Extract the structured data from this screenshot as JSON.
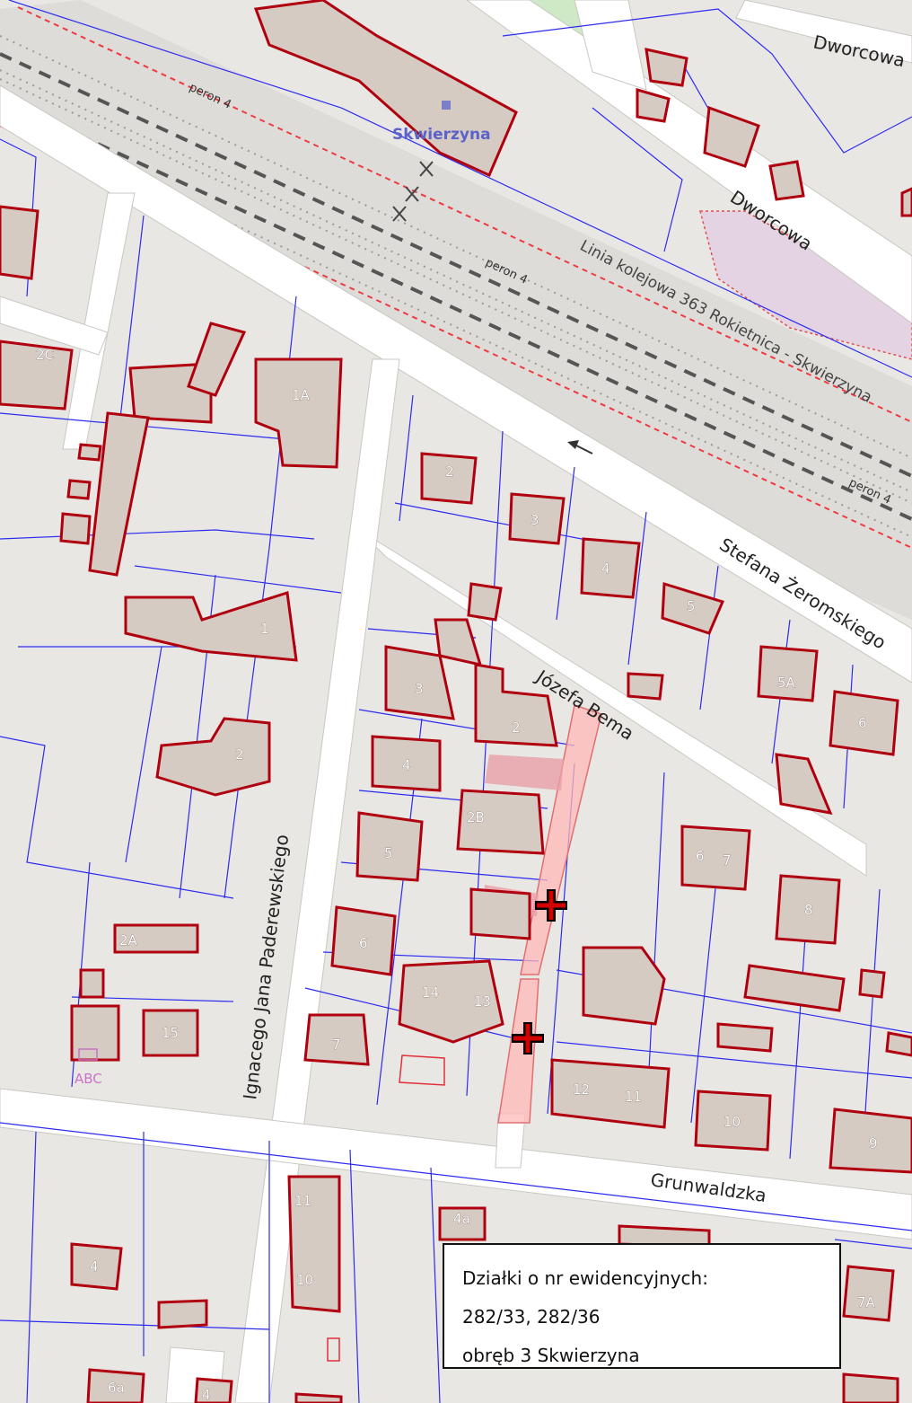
{
  "map": {
    "streets": {
      "dworcowa_top": "Dworcowa",
      "dworcowa": "Dworcowa",
      "zeromskiego": "Stefana Żeromskiego",
      "bema": "Józefa Bema",
      "paderewskiego": "Ignacego Jana Paderewskiego",
      "grunwaldzka": "Grunwaldzka"
    },
    "railway": {
      "line_label": "Linia kolejowa 363 Rokietnica - Skwierzyna",
      "platform_1": "peron 4",
      "platform_2": "peron 4",
      "platform_3": "peron 4"
    },
    "station": "Skwierzyna",
    "marker_text": "ABC",
    "house_numbers": [
      "1A",
      "2C",
      "2",
      "3",
      "4",
      "5",
      "5A",
      "6",
      "1",
      "2",
      "3",
      "2",
      "4",
      "2B",
      "5",
      "6",
      "7",
      "8",
      "6",
      "2A",
      "14",
      "13",
      "15",
      "7",
      "12",
      "11",
      "10",
      "9",
      "11",
      "10",
      "4",
      "4a",
      "7A",
      "6a",
      "4"
    ],
    "markers": [
      {
        "name": "parcel-282-33",
        "symbol": "+"
      },
      {
        "name": "parcel-282-36",
        "symbol": "+"
      }
    ],
    "colors": {
      "building_fill": "#d6cbc3",
      "building_stroke": "#b0000f",
      "parcel_line": "#2c2cf0",
      "highlight": "#ffb8b8",
      "marker": "#d40000"
    }
  },
  "info_box": {
    "line1": "Działki o nr ewidencyjnych:",
    "line2": "282/33, 282/36",
    "line3": "obręb 3 Skwierzyna"
  }
}
